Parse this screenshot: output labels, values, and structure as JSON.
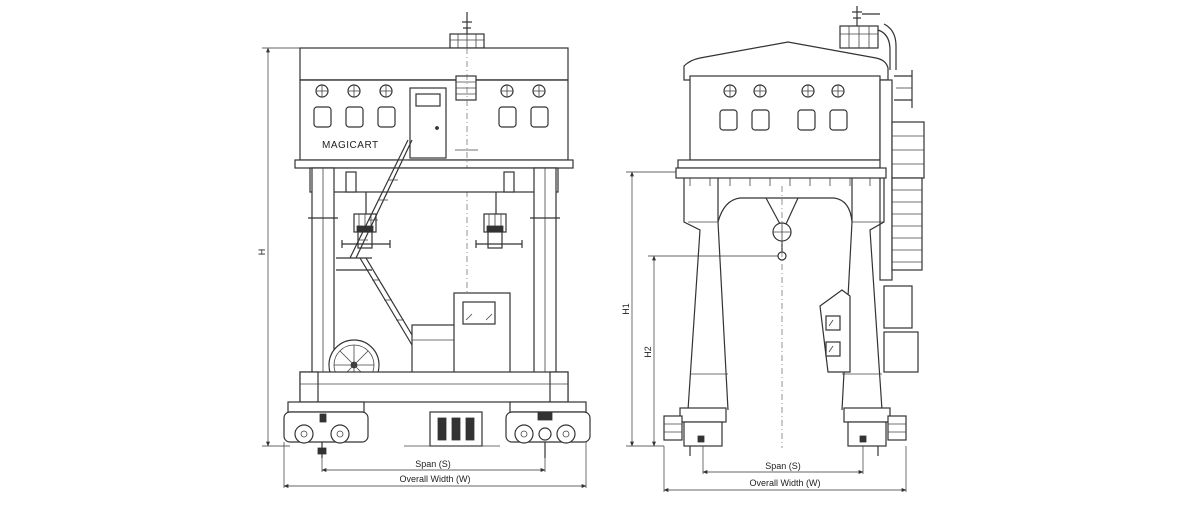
{
  "front_view": {
    "brand_label": "MAGICART",
    "dim_height_label": "H",
    "dim_span_label": "Span (S)",
    "dim_width_label": "Overall Width (W)"
  },
  "side_view": {
    "dim_h1_label": "H1",
    "dim_h2_label": "H2",
    "dim_span_label": "Span (S)",
    "dim_width_label": "Overall Width (W)"
  }
}
